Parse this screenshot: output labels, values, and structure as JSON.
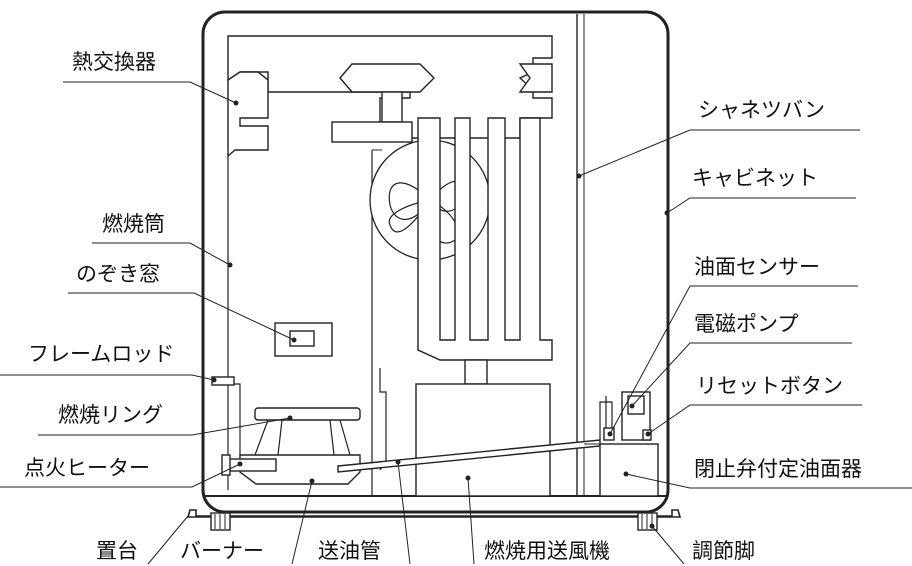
{
  "labels": {
    "heat_exchanger": "熱交換器",
    "combustion_tube": "燃焼筒",
    "peep_window": "のぞき窓",
    "flame_rod": "フレームロッド",
    "combustion_ring": "燃焼リング",
    "igniter_heater": "点火ヒーター",
    "stand": "置台",
    "burner": "バーナー",
    "oil_pipe": "送油管",
    "combustion_fan": "燃焼用送風機",
    "adjuster_leg": "調節脚",
    "shutter_plate": "シャネツバン",
    "cabinet": "キャビネット",
    "oil_level_sensor": "油面センサー",
    "solenoid_pump": "電磁ポンプ",
    "reset_button": "リセットボタン",
    "constant_level_device": "閉止弁付定油面器"
  }
}
